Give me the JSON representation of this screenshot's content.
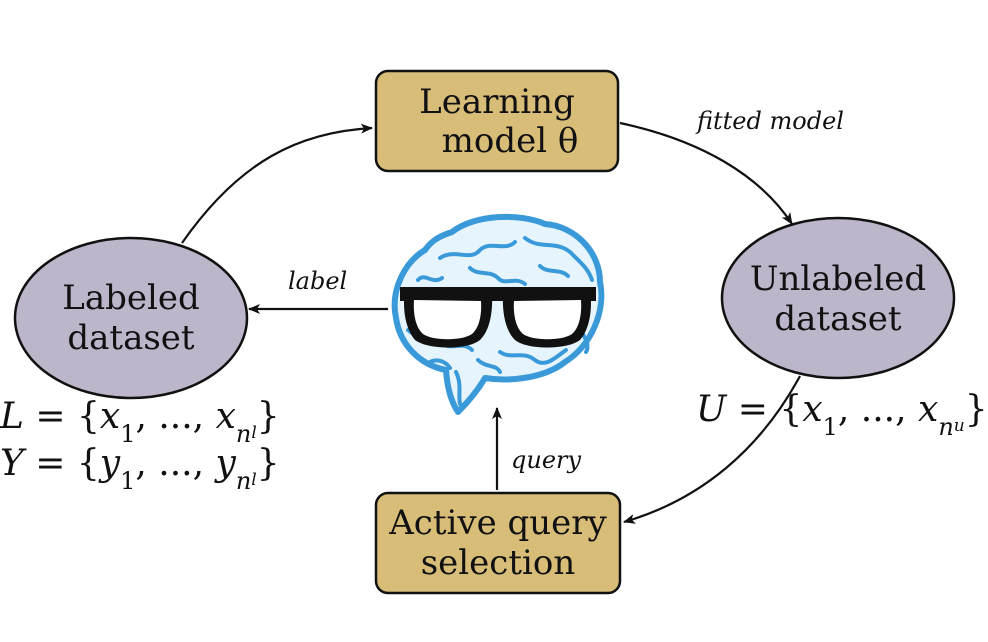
{
  "nodes": {
    "learning_model": {
      "line1": "Learning",
      "line2": "model θ",
      "fill": "#d8bd79"
    },
    "labeled_dataset": {
      "line1": "Labeled",
      "line2": "dataset",
      "fill": "#bdb5c9"
    },
    "unlabeled_dataset": {
      "line1": "Unlabeled",
      "line2": "dataset",
      "fill": "#bdb5c9"
    },
    "active_query": {
      "line1": "Active query",
      "line2": "selection",
      "fill": "#d8bd79"
    }
  },
  "edge_labels": {
    "fitted_model": "fitted model",
    "label": "label",
    "query": "query"
  },
  "formulas": {
    "L": {
      "var": "L",
      "eq": " = {",
      "e1": "x",
      "s1": "1",
      "mid": ", ..., ",
      "e2": "x",
      "s2": "n",
      "ss2": "l",
      "close": "}"
    },
    "Y": {
      "var": "Y",
      "eq": " = {",
      "e1": "y",
      "s1": "1",
      "mid": ", ..., ",
      "e2": "y",
      "s2": "n",
      "ss2": "l",
      "close": "}"
    },
    "U": {
      "var": "U",
      "eq": " = {",
      "e1": "x",
      "s1": "1",
      "mid": ", ..., ",
      "e2": "x",
      "s2": "n",
      "ss2": "u",
      "close": "}"
    }
  },
  "icons": {
    "oracle": "brain-with-glasses-icon"
  },
  "colors": {
    "brain": "#3a9ad9",
    "glasses": "#111111",
    "stroke": "#111111"
  }
}
